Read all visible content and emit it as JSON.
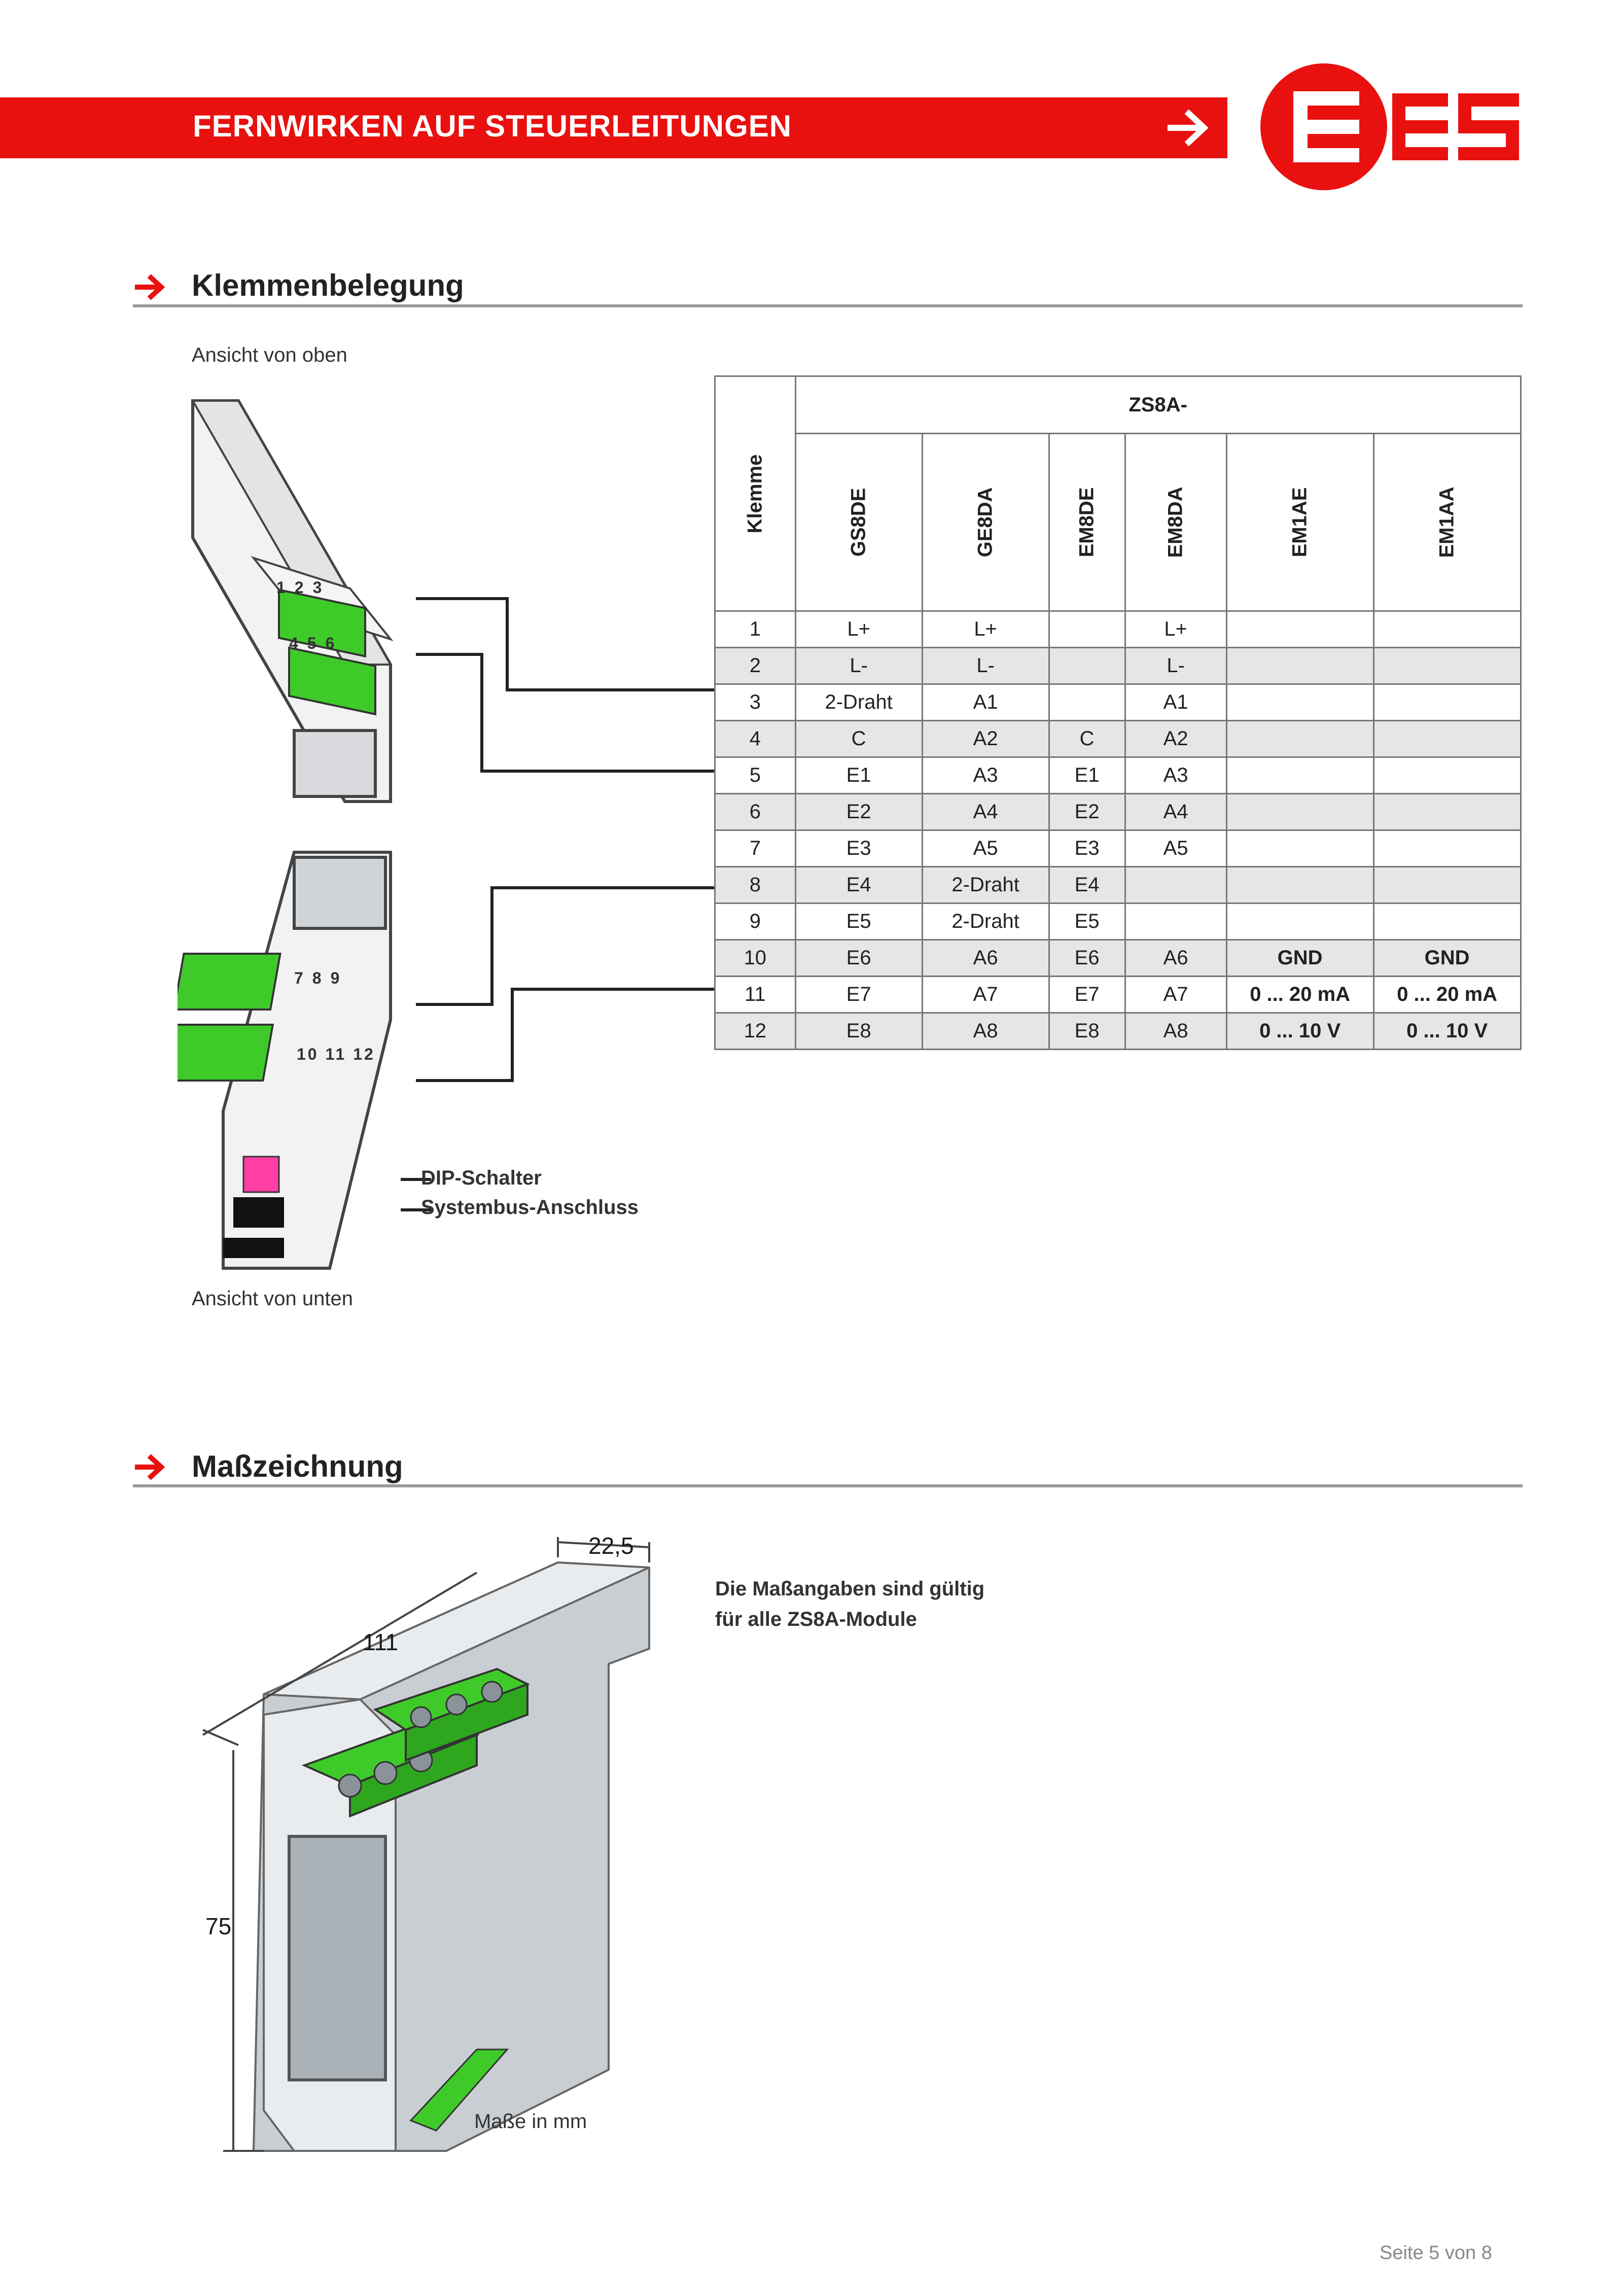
{
  "header": {
    "title": "FERNWIRKEN AUF STEUERLEITUNGEN",
    "bar_color": "#e8110f",
    "arrow_icon": "arrow-right-icon",
    "logo_text": "EES"
  },
  "sections": {
    "klemmen": {
      "title": "Klemmenbelegung"
    },
    "mass": {
      "title": "Maßzeichnung"
    }
  },
  "diagram1": {
    "view_top": "Ansicht von oben",
    "view_bottom": "Ansicht von unten",
    "dip_label": "DIP-Schalter",
    "bus_label": "Systembus-Anschluss",
    "terminals_top": [
      "1",
      "2",
      "3",
      "4",
      "5",
      "6"
    ],
    "terminals_bottom": [
      "7",
      "8",
      "9",
      "10",
      "11",
      "12"
    ],
    "terminal_color": "#3ecb2a"
  },
  "table": {
    "corner_header": "Klemme",
    "group_header": "ZS8A-",
    "columns": [
      "GS8DE",
      "GE8DA",
      "EM8DE",
      "EM8DA",
      "EM1AE",
      "EM1AA"
    ],
    "rows": [
      [
        "1",
        "L+",
        "L+",
        "",
        "L+",
        "",
        ""
      ],
      [
        "2",
        "L-",
        "L-",
        "",
        "L-",
        "",
        ""
      ],
      [
        "3",
        "2-Draht",
        "A1",
        "",
        "A1",
        "",
        ""
      ],
      [
        "4",
        "C",
        "A2",
        "C",
        "A2",
        "",
        ""
      ],
      [
        "5",
        "E1",
        "A3",
        "E1",
        "A3",
        "",
        ""
      ],
      [
        "6",
        "E2",
        "A4",
        "E2",
        "A4",
        "",
        ""
      ],
      [
        "7",
        "E3",
        "A5",
        "E3",
        "A5",
        "",
        ""
      ],
      [
        "8",
        "E4",
        "2-Draht",
        "E4",
        "",
        "",
        ""
      ],
      [
        "9",
        "E5",
        "2-Draht",
        "E5",
        "",
        "",
        ""
      ],
      [
        "10",
        "E6",
        "A6",
        "E6",
        "A6",
        "GND",
        "GND"
      ],
      [
        "11",
        "E7",
        "A7",
        "E7",
        "A7",
        "0 ... 20 mA",
        "0 ... 20 mA"
      ],
      [
        "12",
        "E8",
        "A8",
        "E8",
        "A8",
        "0 ... 10 V",
        "0 ... 10 V"
      ]
    ]
  },
  "diagram2": {
    "dim_width": "22,5",
    "dim_length": "111",
    "dim_height": "75",
    "note_line1": "Die Maßangaben sind gültig",
    "note_line2": "für alle ZS8A-Module",
    "units": "Maße in mm"
  },
  "footer": {
    "page": "Seite 5 von 8"
  }
}
